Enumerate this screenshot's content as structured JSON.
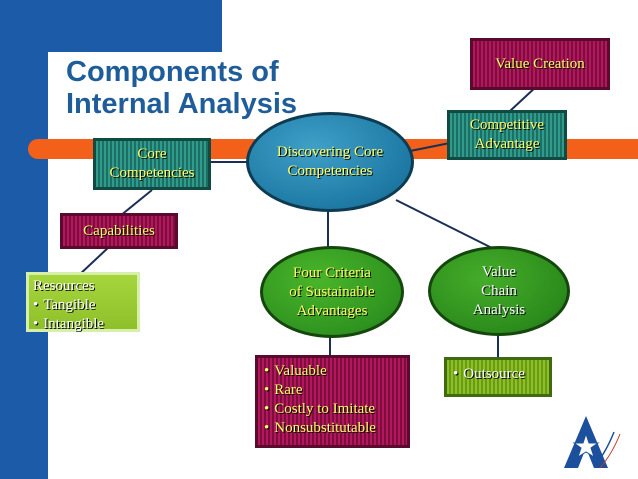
{
  "title_line1": "Components of",
  "title_line2": "Internal Analysis",
  "nodes": {
    "value_creation": "Value Creation",
    "competitive_advantage": [
      "Competitive",
      "Advantage"
    ],
    "core_competencies": [
      "Core",
      "Competencies"
    ],
    "discovering": [
      "Discovering Core",
      "Competencies"
    ],
    "capabilities": "Capabilities",
    "resources_title": "Resources",
    "resources_items": [
      "Tangible",
      "Intangible"
    ],
    "four_criteria": [
      "Four Criteria",
      "of Sustainable",
      "Advantages"
    ],
    "value_chain": [
      "Value",
      "Chain",
      "Analysis"
    ],
    "criteria_items": [
      "Valuable",
      "Rare",
      "Costly to Imitate",
      "Nonsubstitutable"
    ],
    "outsource_items": [
      "Outsource"
    ]
  },
  "bullet": "•",
  "colors": {
    "blue": "#1c5ba8",
    "orange": "#f2601a",
    "title": "#1f5c9a",
    "magenta": "#b5165f",
    "green": "#8cbf22",
    "yellow_text": "#ffff66"
  }
}
